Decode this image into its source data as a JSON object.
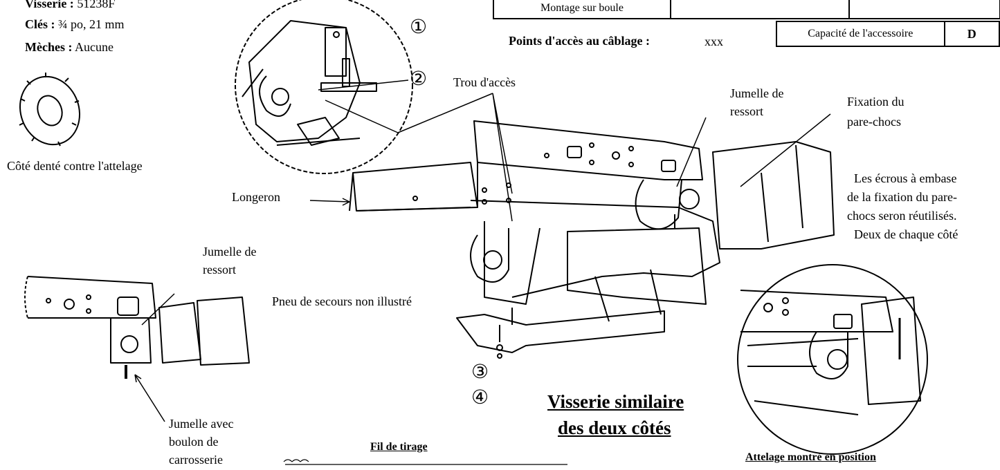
{
  "hardware_info": {
    "visserie_label": "Visserie :",
    "visserie_value": "51238F",
    "cles_label": "Clés :",
    "cles_value": "¾ po, 21 mm",
    "meches_label": "Mèches :",
    "meches_value": "Aucune"
  },
  "washer_caption": "Côté denté contre l'attelage",
  "header_table": {
    "mounting_cell": "Montage sur boule",
    "wiring_label": "Points d'accès au câblage :",
    "wiring_value": "xxx",
    "capacity_label": "Capacité de l'accessoire",
    "capacity_value": "D"
  },
  "callouts": {
    "num1": "①",
    "num2": "②",
    "num3": "③",
    "num4": "④",
    "trou_acces": "Trou d'accès",
    "jumelle_top_1": "Jumelle de",
    "jumelle_top_2": "ressort",
    "fixation_1": "Fixation du",
    "fixation_2": "pare-chocs",
    "ecrous_1": "Les écrous à embase",
    "ecrous_2": "de la fixation du pare-",
    "ecrous_3": "chocs seron réutilisés.",
    "ecrous_4": "Deux de chaque côté",
    "longeron": "Longeron",
    "jumelle_left_1": "Jumelle de",
    "jumelle_left_2": "ressort",
    "pneu": "Pneu de secours non illustré",
    "jumelle_boulon_1": "Jumelle avec",
    "jumelle_boulon_2": "boulon de",
    "jumelle_boulon_3": "carrosserie",
    "visserie_sim_1": "Visserie similaire",
    "visserie_sim_2": "des deux côtés",
    "fil_tirage": "Fil de tirage",
    "attelage_position": "Attelage montré en position"
  }
}
